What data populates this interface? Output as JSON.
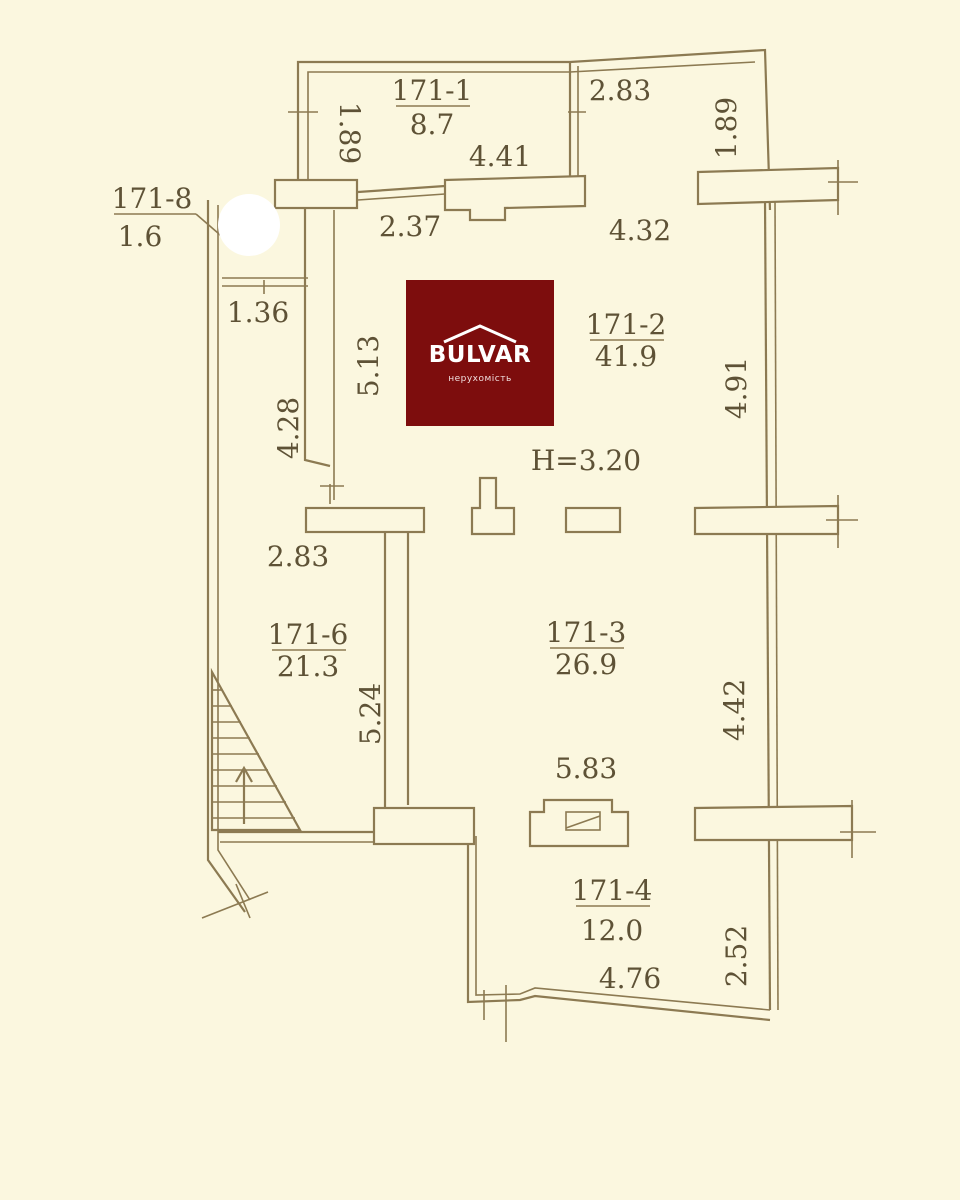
{
  "plan": {
    "height_label": "H=3.20",
    "rooms": [
      {
        "code": "171-1",
        "area": "8.7"
      },
      {
        "code": "171-2",
        "area": "41.9"
      },
      {
        "code": "171-3",
        "area": "26.9"
      },
      {
        "code": "171-4",
        "area": "12.0"
      },
      {
        "code": "171-6",
        "area": "21.3"
      },
      {
        "code": "171-8",
        "area": "1.6"
      }
    ],
    "dims": {
      "top_right": "2.83",
      "left_189": "1.89",
      "right_189": "1.89",
      "w_441": "4.41",
      "w_237": "2.37",
      "w_432": "4.32",
      "w_136": "1.36",
      "v_513": "5.13",
      "v_491": "4.91",
      "v_428": "4.28",
      "w_283": "2.83",
      "v_524": "5.24",
      "v_442": "4.42",
      "w_583": "5.83",
      "v_252": "2.52",
      "w_476": "4.76"
    }
  },
  "logo": {
    "name": "BULVAR",
    "subtitle": "нерухомість"
  },
  "colors": {
    "background": "#fbf7df",
    "line": "#8c7a52",
    "text": "#5e5236",
    "logo_bg": "#7d0d0d"
  }
}
